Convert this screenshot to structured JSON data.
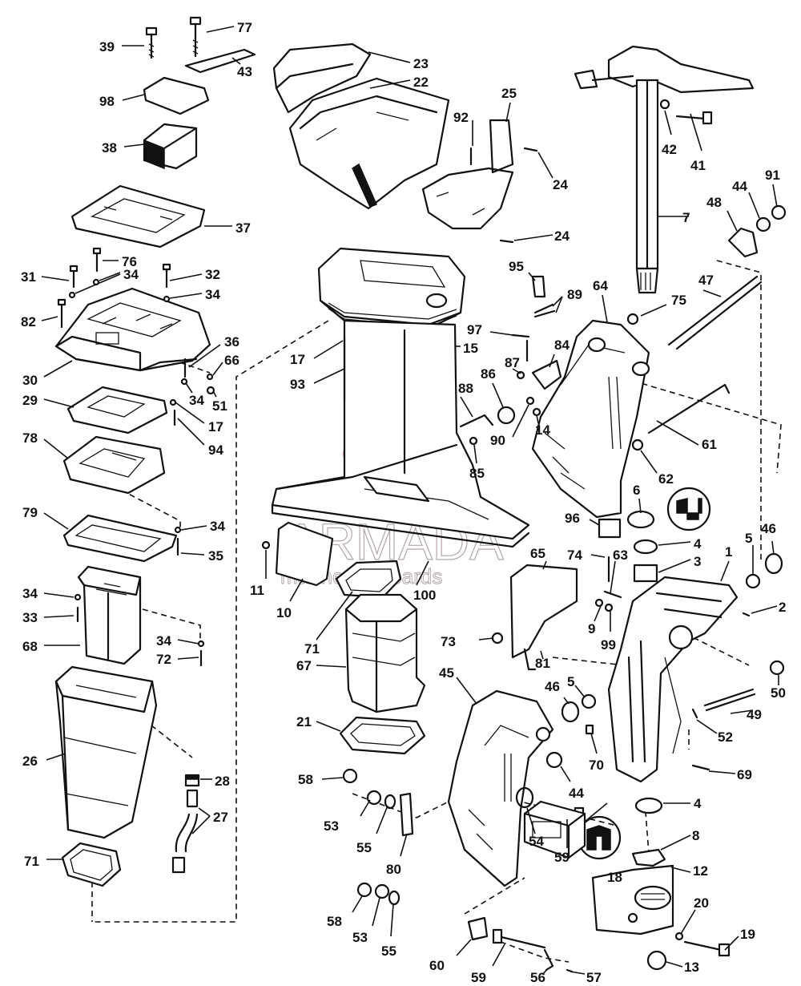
{
  "watermark": {
    "brand": "ARMADA",
    "tagline": "marine outboards",
    "brand_color": "#e879b0"
  },
  "callouts": [
    {
      "id": "39",
      "label": "39"
    },
    {
      "id": "77",
      "label": "77"
    },
    {
      "id": "43",
      "label": "43"
    },
    {
      "id": "98",
      "label": "98"
    },
    {
      "id": "38",
      "label": "38"
    },
    {
      "id": "37",
      "label": "37"
    },
    {
      "id": "31",
      "label": "31"
    },
    {
      "id": "76",
      "label": "76"
    },
    {
      "id": "34a",
      "label": "34"
    },
    {
      "id": "32",
      "label": "32"
    },
    {
      "id": "34b",
      "label": "34"
    },
    {
      "id": "82",
      "label": "82"
    },
    {
      "id": "36",
      "label": "36"
    },
    {
      "id": "66",
      "label": "66"
    },
    {
      "id": "30",
      "label": "30"
    },
    {
      "id": "34c",
      "label": "34"
    },
    {
      "id": "51",
      "label": "51"
    },
    {
      "id": "29",
      "label": "29"
    },
    {
      "id": "17a",
      "label": "17"
    },
    {
      "id": "94",
      "label": "94"
    },
    {
      "id": "78",
      "label": "78"
    },
    {
      "id": "79",
      "label": "79"
    },
    {
      "id": "34d",
      "label": "34"
    },
    {
      "id": "35",
      "label": "35"
    },
    {
      "id": "34e",
      "label": "34"
    },
    {
      "id": "33",
      "label": "33"
    },
    {
      "id": "68",
      "label": "68"
    },
    {
      "id": "34f",
      "label": "34"
    },
    {
      "id": "72",
      "label": "72"
    },
    {
      "id": "26",
      "label": "26"
    },
    {
      "id": "28",
      "label": "28"
    },
    {
      "id": "27",
      "label": "27"
    },
    {
      "id": "71a",
      "label": "71"
    },
    {
      "id": "23",
      "label": "23"
    },
    {
      "id": "22",
      "label": "22"
    },
    {
      "id": "92",
      "label": "92"
    },
    {
      "id": "25",
      "label": "25"
    },
    {
      "id": "24a",
      "label": "24"
    },
    {
      "id": "24b",
      "label": "24"
    },
    {
      "id": "95",
      "label": "95"
    },
    {
      "id": "89",
      "label": "89"
    },
    {
      "id": "97",
      "label": "97"
    },
    {
      "id": "15",
      "label": "15"
    },
    {
      "id": "17b",
      "label": "17"
    },
    {
      "id": "93",
      "label": "93"
    },
    {
      "id": "87",
      "label": "87"
    },
    {
      "id": "84",
      "label": "84"
    },
    {
      "id": "86",
      "label": "86"
    },
    {
      "id": "88",
      "label": "88"
    },
    {
      "id": "90",
      "label": "90"
    },
    {
      "id": "14",
      "label": "14"
    },
    {
      "id": "85",
      "label": "85"
    },
    {
      "id": "11",
      "label": "11"
    },
    {
      "id": "10",
      "label": "10"
    },
    {
      "id": "71b",
      "label": "71"
    },
    {
      "id": "100",
      "label": "100"
    },
    {
      "id": "67",
      "label": "67"
    },
    {
      "id": "21",
      "label": "21"
    },
    {
      "id": "77b",
      "label": "7"
    },
    {
      "id": "42",
      "label": "42"
    },
    {
      "id": "41",
      "label": "41"
    },
    {
      "id": "44a",
      "label": "44"
    },
    {
      "id": "91",
      "label": "91"
    },
    {
      "id": "48",
      "label": "48"
    },
    {
      "id": "64",
      "label": "64"
    },
    {
      "id": "75",
      "label": "75"
    },
    {
      "id": "47",
      "label": "47"
    },
    {
      "id": "61",
      "label": "61"
    },
    {
      "id": "62",
      "label": "62"
    },
    {
      "id": "6",
      "label": "6"
    },
    {
      "id": "96",
      "label": "96"
    },
    {
      "id": "4a",
      "label": "4"
    },
    {
      "id": "3",
      "label": "3"
    },
    {
      "id": "5a",
      "label": "5"
    },
    {
      "id": "46a",
      "label": "46"
    },
    {
      "id": "1",
      "label": "1"
    },
    {
      "id": "74",
      "label": "74"
    },
    {
      "id": "65",
      "label": "65"
    },
    {
      "id": "63",
      "label": "63"
    },
    {
      "id": "2",
      "label": "2"
    },
    {
      "id": "9",
      "label": "9"
    },
    {
      "id": "99",
      "label": "99"
    },
    {
      "id": "73",
      "label": "73"
    },
    {
      "id": "81",
      "label": "81"
    },
    {
      "id": "50",
      "label": "50"
    },
    {
      "id": "45",
      "label": "45"
    },
    {
      "id": "46b",
      "label": "46"
    },
    {
      "id": "5b",
      "label": "5"
    },
    {
      "id": "49",
      "label": "49"
    },
    {
      "id": "52",
      "label": "52"
    },
    {
      "id": "70",
      "label": "70"
    },
    {
      "id": "69",
      "label": "69"
    },
    {
      "id": "58a",
      "label": "58"
    },
    {
      "id": "53a",
      "label": "53"
    },
    {
      "id": "55a",
      "label": "55"
    },
    {
      "id": "80",
      "label": "80"
    },
    {
      "id": "44b",
      "label": "44"
    },
    {
      "id": "54",
      "label": "54"
    },
    {
      "id": "59a",
      "label": "59"
    },
    {
      "id": "4b",
      "label": "4"
    },
    {
      "id": "8",
      "label": "8"
    },
    {
      "id": "12",
      "label": "12"
    },
    {
      "id": "18",
      "label": "18"
    },
    {
      "id": "20",
      "label": "20"
    },
    {
      "id": "19",
      "label": "19"
    },
    {
      "id": "13",
      "label": "13"
    },
    {
      "id": "58b",
      "label": "58"
    },
    {
      "id": "53b",
      "label": "53"
    },
    {
      "id": "55b",
      "label": "55"
    },
    {
      "id": "60",
      "label": "60"
    },
    {
      "id": "59b",
      "label": "59"
    },
    {
      "id": "56",
      "label": "56"
    },
    {
      "id": "57",
      "label": "57"
    }
  ]
}
